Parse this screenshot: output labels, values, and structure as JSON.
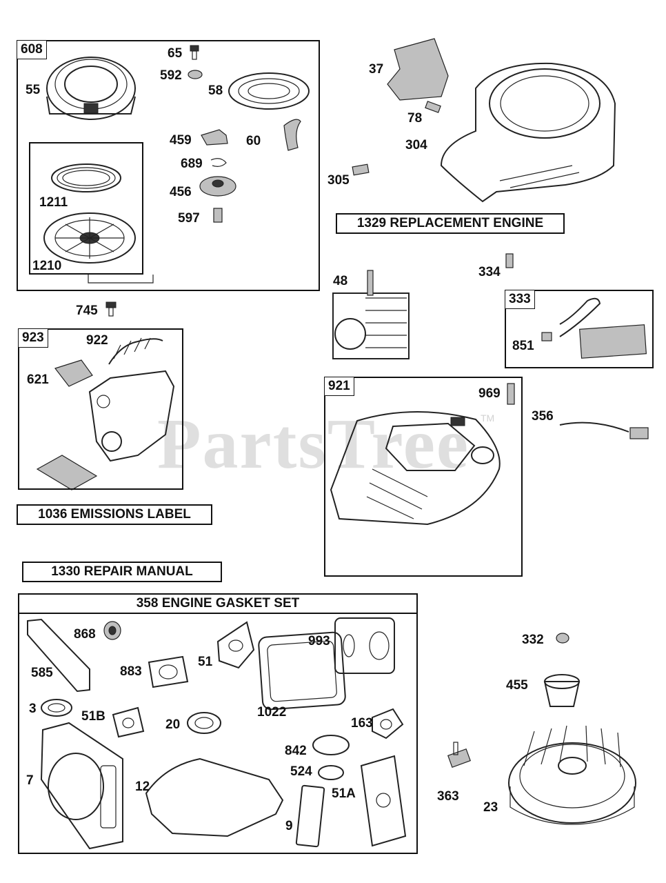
{
  "watermark": "PartsTree",
  "trademark": "TM",
  "groups": {
    "starter": "608",
    "linkage": "923",
    "ignition": "333",
    "cover": "921"
  },
  "banners": {
    "replacement_engine": "1329 REPLACEMENT ENGINE",
    "emissions_label": "1036 EMISSIONS LABEL",
    "repair_manual": "1330 REPAIR MANUAL",
    "gasket_set": "358 ENGINE GASKET SET"
  },
  "parts": {
    "p65": "65",
    "p592": "592",
    "p55": "55",
    "p58": "58",
    "p459": "459",
    "p60": "60",
    "p689": "689",
    "p456": "456",
    "p597": "597",
    "p1211": "1211",
    "p1210": "1210",
    "p37": "37",
    "p78": "78",
    "p304": "304",
    "p305": "305",
    "p745": "745",
    "p922": "922",
    "p621": "621",
    "p48": "48",
    "p334": "334",
    "p851": "851",
    "p969": "969",
    "p356": "356",
    "p868": "868",
    "p585": "585",
    "p883": "883",
    "p51": "51",
    "p993": "993",
    "p3": "3",
    "p51B": "51B",
    "p20": "20",
    "p1022": "1022",
    "p163": "163",
    "p842": "842",
    "p7": "7",
    "p12": "12",
    "p524": "524",
    "p9": "9",
    "p51A": "51A",
    "p332": "332",
    "p455": "455",
    "p363": "363",
    "p23": "23"
  }
}
